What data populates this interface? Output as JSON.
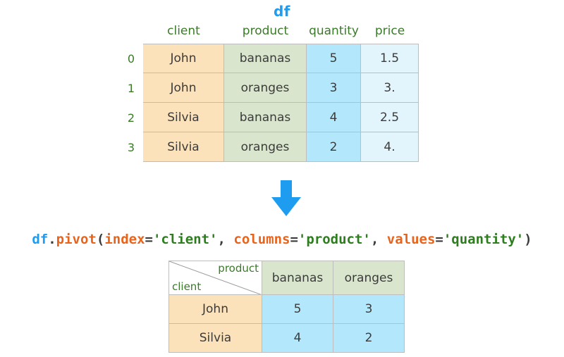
{
  "title": "df",
  "colors": {
    "title_blue": "#1e9cf0",
    "header_green": "#3a7a28",
    "client_fill": "#fbe2ba",
    "product_fill": "#d9e6cd",
    "quantity_fill": "#b3e7fb",
    "price_fill": "#e3f5fc",
    "arrow_blue": "#1e9cf0",
    "border_gray": "#bdbdbd"
  },
  "source_table": {
    "columns": [
      "client",
      "product",
      "quantity",
      "price"
    ],
    "index": [
      "0",
      "1",
      "2",
      "3"
    ],
    "rows": [
      {
        "index": "0",
        "client": "John",
        "product": "bananas",
        "quantity": "5",
        "price": "1.5"
      },
      {
        "index": "1",
        "client": "John",
        "product": "oranges",
        "quantity": "3",
        "price": "3."
      },
      {
        "index": "2",
        "client": "Silvia",
        "product": "bananas",
        "quantity": "4",
        "price": "2.5"
      },
      {
        "index": "3",
        "client": "Silvia",
        "product": "oranges",
        "quantity": "2",
        "price": "4."
      }
    ]
  },
  "arrow": {
    "icon": "arrow-down-icon",
    "direction": "down"
  },
  "code": {
    "full_text": "df.pivot(index='client', columns='product', values='quantity')",
    "tokens": [
      {
        "text": "df",
        "type": "var"
      },
      {
        "text": ".",
        "type": "punct"
      },
      {
        "text": "pivot",
        "type": "fn"
      },
      {
        "text": "(",
        "type": "punct"
      },
      {
        "text": "index",
        "type": "kw"
      },
      {
        "text": "=",
        "type": "punct"
      },
      {
        "text": "'client'",
        "type": "str"
      },
      {
        "text": ", ",
        "type": "punct"
      },
      {
        "text": "columns",
        "type": "kw"
      },
      {
        "text": "=",
        "type": "punct"
      },
      {
        "text": "'product'",
        "type": "str"
      },
      {
        "text": ", ",
        "type": "punct"
      },
      {
        "text": "values",
        "type": "kw"
      },
      {
        "text": "=",
        "type": "punct"
      },
      {
        "text": "'quantity'",
        "type": "str"
      },
      {
        "text": ")",
        "type": "punct"
      }
    ]
  },
  "result_table": {
    "corner": {
      "columns_label": "product",
      "index_label": "client"
    },
    "columns": [
      "bananas",
      "oranges"
    ],
    "rows": [
      {
        "index": "John",
        "bananas": "5",
        "oranges": "3"
      },
      {
        "index": "Silvia",
        "bananas": "4",
        "oranges": "2"
      }
    ]
  },
  "chart_data": {
    "type": "table",
    "title": "df.pivot(index='client', columns='product', values='quantity')",
    "input": {
      "name": "df",
      "columns": [
        "client",
        "product",
        "quantity",
        "price"
      ],
      "index": [
        0,
        1,
        2,
        3
      ],
      "data": [
        [
          "John",
          "bananas",
          5,
          1.5
        ],
        [
          "John",
          "oranges",
          3,
          3.0
        ],
        [
          "Silvia",
          "bananas",
          4,
          2.5
        ],
        [
          "Silvia",
          "oranges",
          2,
          4.0
        ]
      ]
    },
    "output": {
      "index_name": "client",
      "columns_name": "product",
      "columns": [
        "bananas",
        "oranges"
      ],
      "index": [
        "John",
        "Silvia"
      ],
      "data": [
        [
          5,
          3
        ],
        [
          4,
          2
        ]
      ]
    }
  }
}
